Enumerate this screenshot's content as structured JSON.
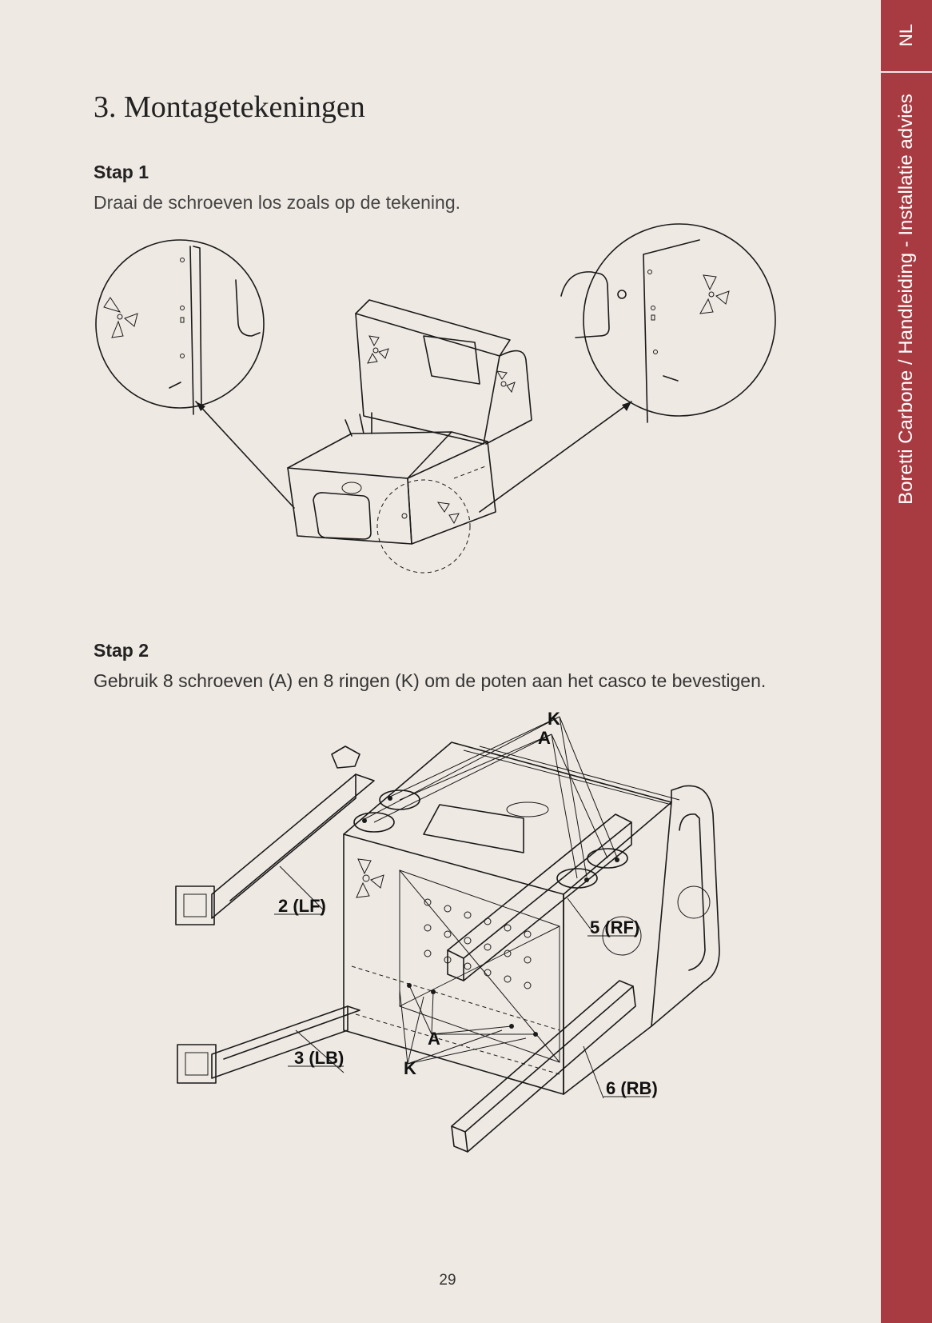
{
  "sidebar": {
    "language": "NL",
    "running_title": "Boretti Carbone / Handleiding - Installatie advies"
  },
  "page_title": "3. Montagetekeningen",
  "steps": [
    {
      "heading": "Stap 1",
      "text": "Draai de schroeven los zoals op de tekening."
    },
    {
      "heading": "Stap 2",
      "text": "Gebruik 8 schroeven (A) en 8 ringen (K) om de poten aan het casco te bevestigen."
    }
  ],
  "figure2_labels": {
    "k_top": "K",
    "a_top": "A",
    "a_bottom": "A",
    "k_bottom": "K",
    "leg_lf": "2 (LF)",
    "leg_lb": "3 (LB)",
    "leg_rf": "5 (RF)",
    "leg_rb": "6 (RB)"
  },
  "page_number": "29",
  "colors": {
    "sidebar": "#a83b42",
    "page_background": "#efe9e3"
  }
}
